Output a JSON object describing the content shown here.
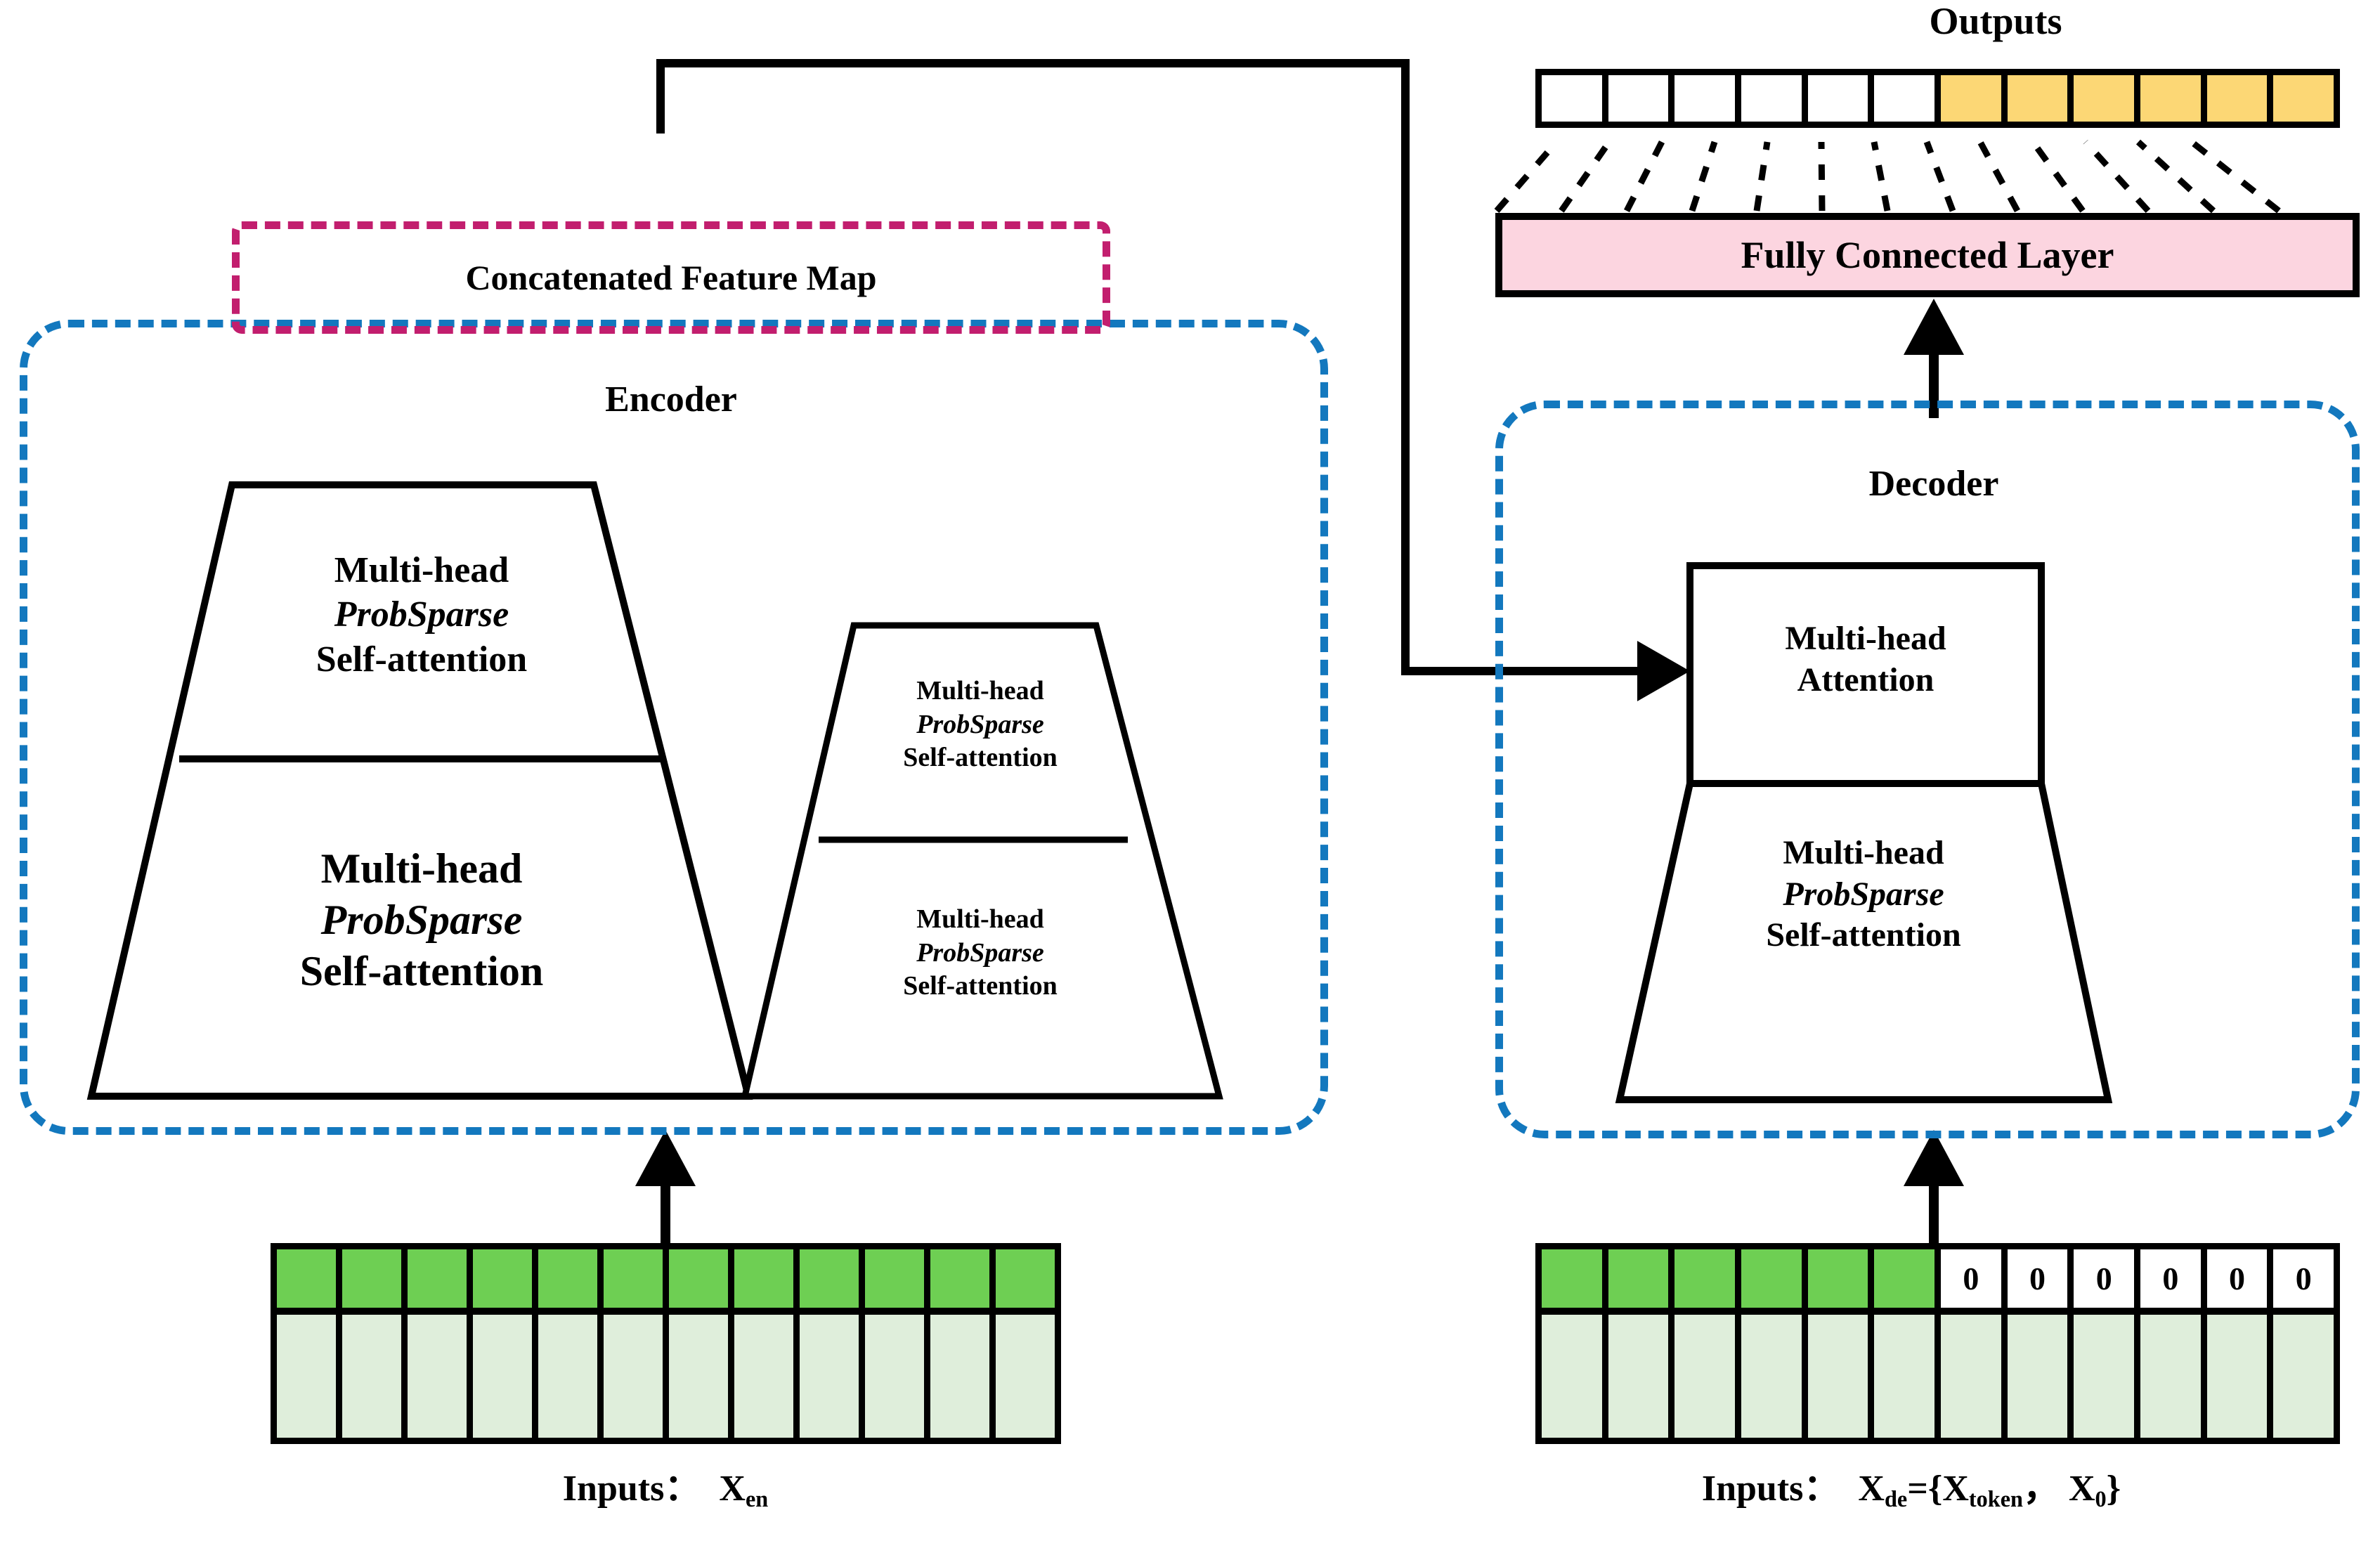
{
  "diagram": {
    "title": "Informer encoder-decoder architecture",
    "colors": {
      "encoder_border": "#1378be",
      "decoder_border": "#1378be",
      "concat_border": "#c21e6e",
      "fc_layer_fill": "#fcd5e0",
      "output_highlight": "#fcd775",
      "token_green": "#6ecf53",
      "token_light_green": "#dfeedb",
      "stroke": "#000000"
    }
  },
  "concat_feature_map": {
    "label": "Concatenated Feature Map"
  },
  "encoder": {
    "title": "Encoder",
    "stacks": [
      {
        "name": "primary-stack",
        "layers": [
          {
            "line1": "Multi-head",
            "line2": "ProbSparse",
            "line3": "Self-attention"
          },
          {
            "line1": "Multi-head",
            "line2": "ProbSparse",
            "line3": "Self-attention"
          }
        ]
      },
      {
        "name": "secondary-stack",
        "layers": [
          {
            "line1": "Multi-head",
            "line2": "ProbSparse",
            "line3": "Self-attention"
          },
          {
            "line1": "Multi-head",
            "line2": "ProbSparse",
            "line3": "Self-attention"
          }
        ]
      }
    ],
    "input": {
      "caption_prefix": "Inputs",
      "caption_colon": "：",
      "caption_symbol": "X",
      "caption_subscript": "en",
      "token_count": 12,
      "top_row": [
        "green",
        "green",
        "green",
        "green",
        "green",
        "green",
        "green",
        "green",
        "green",
        "green",
        "green",
        "green"
      ],
      "bottom_row": [
        "lgreen",
        "lgreen",
        "lgreen",
        "lgreen",
        "lgreen",
        "lgreen",
        "lgreen",
        "lgreen",
        "lgreen",
        "lgreen",
        "lgreen",
        "lgreen"
      ],
      "top_values": [
        "",
        "",
        "",
        "",
        "",
        "",
        "",
        "",
        "",
        "",
        "",
        ""
      ]
    }
  },
  "decoder": {
    "title": "Decoder",
    "blocks": [
      {
        "name": "multi-head-attention",
        "line1": "Multi-head",
        "line2": "Attention"
      },
      {
        "name": "masked-probsparse",
        "line1": "Multi-head",
        "line2": "ProbSparse",
        "line3": "Self-attention"
      }
    ],
    "input": {
      "caption_prefix": "Inputs",
      "caption_colon": "：",
      "caption_expr": "X",
      "caption_sub_de": "de",
      "caption_eq": "={",
      "caption_x2": "X",
      "caption_sub_token": "token",
      "caption_comma": "，",
      "caption_x3": "X",
      "caption_sub_zero": "0",
      "caption_close": "}",
      "token_count": 12,
      "top_row": [
        "green",
        "green",
        "green",
        "green",
        "green",
        "green",
        "white",
        "white",
        "white",
        "white",
        "white",
        "white"
      ],
      "top_values": [
        "",
        "",
        "",
        "",
        "",
        "",
        "0",
        "0",
        "0",
        "0",
        "0",
        "0"
      ],
      "bottom_row": [
        "lgreen",
        "lgreen",
        "lgreen",
        "lgreen",
        "lgreen",
        "lgreen",
        "lgreen",
        "lgreen",
        "lgreen",
        "lgreen",
        "lgreen",
        "lgreen"
      ]
    }
  },
  "fully_connected": {
    "label": "Fully Connected Layer"
  },
  "outputs": {
    "title": "Outputs",
    "token_count": 12,
    "cells": [
      "white",
      "white",
      "white",
      "white",
      "white",
      "white",
      "yellow",
      "yellow",
      "yellow",
      "yellow",
      "yellow",
      "yellow"
    ],
    "values": [
      "",
      "",
      "",
      "",
      "",
      "",
      "",
      "",
      "",
      "",
      "",
      ""
    ]
  }
}
